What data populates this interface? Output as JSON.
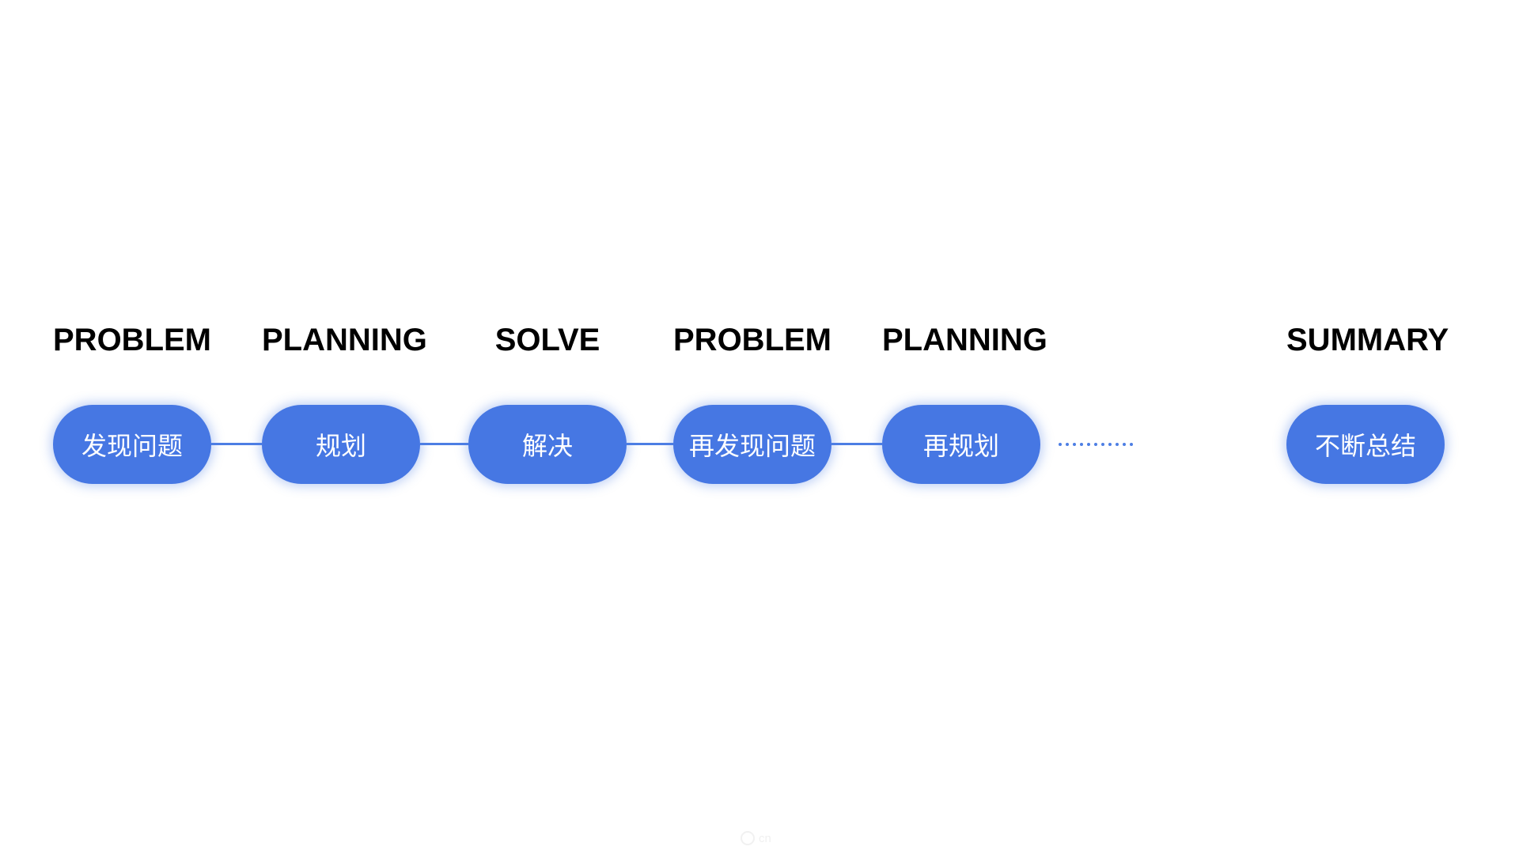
{
  "page": {
    "background": "#ffffff"
  },
  "flow": {
    "steps": [
      {
        "label": "PROBLEM",
        "pill_text": "发现问题"
      },
      {
        "label": "PLANNING",
        "pill_text": "规划"
      },
      {
        "label": "SOLVE",
        "pill_text": "解决"
      },
      {
        "label": "PROBLEM",
        "pill_text": "再发现问题"
      },
      {
        "label": "PLANNING",
        "pill_text": "再规划"
      },
      {
        "label": "SUMMARY",
        "pill_text": "不断总结"
      }
    ],
    "solid_connector_count": 4,
    "dotted_connector": {
      "dot_count": 11
    },
    "colors": {
      "pill_fill": "#4677e3",
      "pill_text": "#ffffff",
      "label_text": "#000000",
      "connector": "#4d7ee4",
      "glow": "rgba(70,119,227,0.35)"
    }
  },
  "watermark": {
    "text": "cn"
  }
}
